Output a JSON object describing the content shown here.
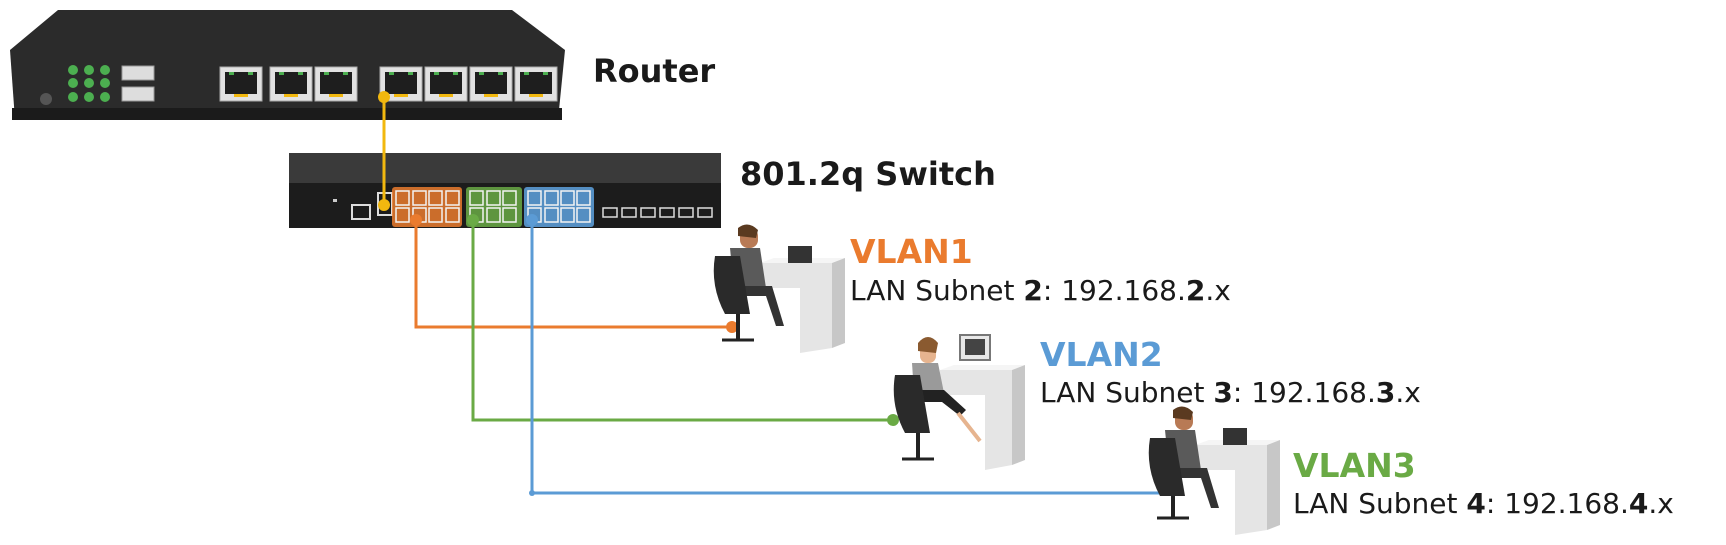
{
  "colors": {
    "vlan1": "#ea7b2e",
    "vlan2": "#5b9bd5",
    "vlan3": "#6aaa45",
    "uplink": "#f2b80f",
    "device": "#262626",
    "led": "#4caf50"
  },
  "router": {
    "label": "Router"
  },
  "switch": {
    "label": "801.2q Switch"
  },
  "vlans": [
    {
      "title": "VLAN1",
      "color": "#ea7b2e",
      "subnet_prefix": "LAN Subnet ",
      "subnet_num": "2",
      "subnet_mid": ": 192.168.",
      "subnet_oct": "2",
      "subnet_suffix": ".x"
    },
    {
      "title": "VLAN2",
      "color": "#5b9bd5",
      "subnet_prefix": "LAN Subnet ",
      "subnet_num": "3",
      "subnet_mid": ": 192.168.",
      "subnet_oct": "3",
      "subnet_suffix": ".x"
    },
    {
      "title": "VLAN3",
      "color": "#6aaa45",
      "subnet_prefix": "LAN Subnet ",
      "subnet_num": "4",
      "subnet_mid": ": 192.168.",
      "subnet_oct": "4",
      "subnet_suffix": ".x"
    }
  ],
  "icons": {
    "router": "router-icon",
    "switch": "network-switch-icon",
    "user": "person-at-desk-icon"
  }
}
